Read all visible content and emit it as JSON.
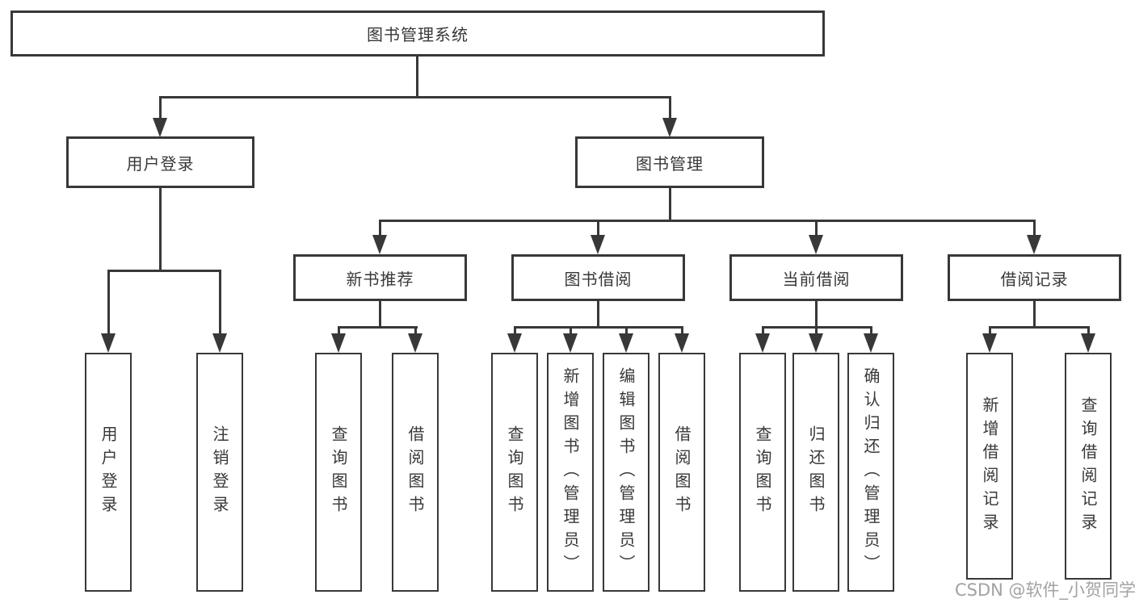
{
  "diagram": {
    "type": "hierarchy-tree",
    "root": {
      "key": "system",
      "label": "图书管理系统"
    },
    "level2": [
      {
        "key": "user-login",
        "label": "用户登录",
        "parent": "图书管理系统"
      },
      {
        "key": "book-management",
        "label": "图书管理",
        "parent": "图书管理系统"
      }
    ],
    "level3": [
      {
        "key": "new-book-recommend",
        "label": "新书推荐",
        "parent": "图书管理"
      },
      {
        "key": "book-borrow",
        "label": "图书借阅",
        "parent": "图书管理"
      },
      {
        "key": "current-borrow",
        "label": "当前借阅",
        "parent": "图书管理"
      },
      {
        "key": "borrow-records",
        "label": "借阅记录",
        "parent": "图书管理"
      }
    ],
    "level4": [
      {
        "key": "user-login-action",
        "label": "用户登录",
        "parent": "用户登录"
      },
      {
        "key": "logout-action",
        "label": "注销登录",
        "parent": "用户登录"
      },
      {
        "key": "query-books-recommend",
        "label": "查询图书",
        "parent": "新书推荐"
      },
      {
        "key": "borrow-books-recommend",
        "label": "借阅图书",
        "parent": "新书推荐"
      },
      {
        "key": "query-books-borrow",
        "label": "查询图书",
        "parent": "图书借阅"
      },
      {
        "key": "add-books-admin",
        "label": "新增图书（管理员）",
        "parent": "图书借阅"
      },
      {
        "key": "edit-books-admin",
        "label": "编辑图书（管理员）",
        "parent": "图书借阅"
      },
      {
        "key": "borrow-books-action",
        "label": "借阅图书",
        "parent": "图书借阅"
      },
      {
        "key": "query-books-current",
        "label": "查询图书",
        "parent": "当前借阅"
      },
      {
        "key": "return-books",
        "label": "归还图书",
        "parent": "当前借阅"
      },
      {
        "key": "confirm-return-admin",
        "label": "确认归还（管理员）",
        "parent": "当前借阅"
      },
      {
        "key": "add-borrow-record",
        "label": "新增借阅记录",
        "parent": "借阅记录"
      },
      {
        "key": "query-borrow-record",
        "label": "查询借阅记录",
        "parent": "借阅记录"
      }
    ]
  },
  "watermark": {
    "text": "CSDN @软件_小贺同学",
    "color": "#a2a2a2"
  },
  "colors": {
    "line": "#383838",
    "text": "#383838",
    "box_fill": "#ffffff",
    "background": "#ffffff"
  }
}
